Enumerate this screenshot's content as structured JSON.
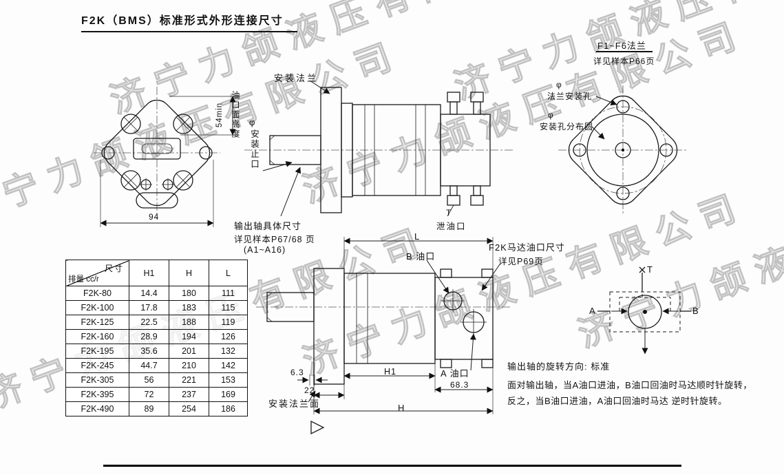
{
  "page": {
    "title": "F2K（BMS）标准形式外形连接尺寸",
    "watermark": "济宁力颌液压有限公司"
  },
  "front_view": {
    "dim_width": "94",
    "dim_height": "54min",
    "dim_height_label": "油口面高度"
  },
  "side_view": {
    "mount_flange": "安装法兰",
    "phi": "φ",
    "spigot": "安装止口",
    "shaft_note1": "输出轴具体尺寸",
    "shaft_note2": "详见样本P67/68 页",
    "shaft_note3": "(A1~A16)",
    "t_label": "T",
    "drain_label": "泄油口"
  },
  "rear_view": {
    "ref_title": "F1~F6法兰",
    "ref_sub": "详见样本P66页",
    "phi1": "φ",
    "hole_label": "法兰安装孔",
    "phi2": "φ",
    "circle_label": "安装孔分布圆"
  },
  "table": {
    "corner_top": "尺寸",
    "corner_bottom": "排量 cc/r",
    "col_h1": "H1",
    "col_h": "H",
    "col_l": "L",
    "rows": [
      {
        "model": "F2K-80",
        "h1": "14.4",
        "h": "180",
        "l": "111"
      },
      {
        "model": "F2K-100",
        "h1": "17.8",
        "h": "183",
        "l": "115"
      },
      {
        "model": "F2K-125",
        "h1": "22.5",
        "h": "188",
        "l": "119"
      },
      {
        "model": "F2K-160",
        "h1": "28.9",
        "h": "194",
        "l": "126"
      },
      {
        "model": "F2K-195",
        "h1": "35.6",
        "h": "201",
        "l": "132"
      },
      {
        "model": "F2K-245",
        "h1": "44.7",
        "h": "210",
        "l": "142"
      },
      {
        "model": "F2K-305",
        "h1": "56",
        "h": "221",
        "l": "153"
      },
      {
        "model": "F2K-395",
        "h1": "72",
        "h": "237",
        "l": "169"
      },
      {
        "model": "F2K-490",
        "h1": "89",
        "h": "254",
        "l": "186"
      }
    ]
  },
  "bottom_view": {
    "dim_l": "L",
    "b_port": "B 油口",
    "port_note1": "F2K马达油口尺寸",
    "port_note2": "详见P69页",
    "dim_63": "6.3",
    "dim_22": "22",
    "dim_h1": "H1",
    "a_port": "A 油口",
    "dim_683": "68.3",
    "mount_face": "安装法兰面",
    "dim_h": "H"
  },
  "schematic": {
    "t": "T",
    "a": "A",
    "b": "B"
  },
  "rotation_note": {
    "line1": "输出轴的旋转方向: 标准",
    "line2": "面对输出轴，当A油口进油，B油口回油时马达顺时针旋转，",
    "line3": "反之，当B油口进油，A油口回油时马达 逆时针旋转。"
  }
}
